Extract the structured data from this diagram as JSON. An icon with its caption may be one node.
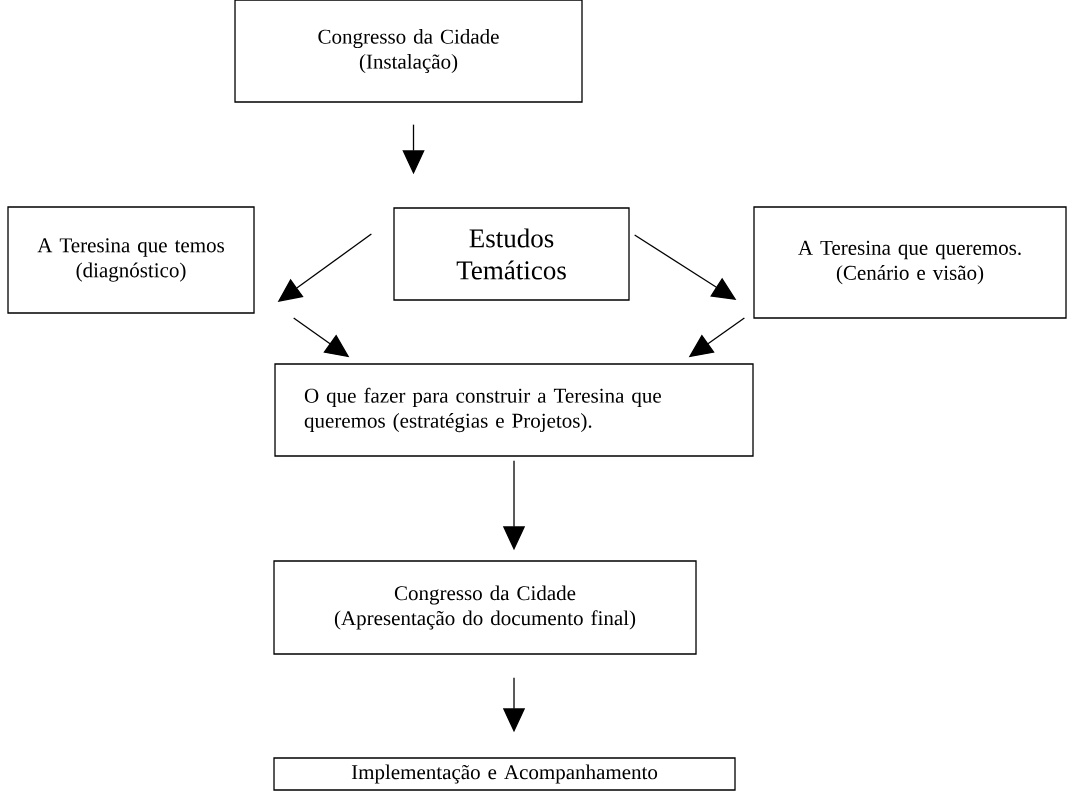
{
  "diagram": {
    "nodes": [
      {
        "text": [
          "Congresso da Cidade",
          "(Instalação)"
        ]
      },
      {
        "text": [
          "A Teresina que temos",
          "(diagnóstico)"
        ]
      },
      {
        "text": [
          "Estudos Temáticos"
        ]
      },
      {
        "text": [
          "A Teresina que queremos.",
          "(Cenário e visão)"
        ]
      },
      {
        "text": [
          "O que fazer para construir a Teresina que queremos (estratégias e Projetos)."
        ]
      },
      {
        "text": [
          "Congresso da Cidade",
          "(Apresentação do documento final)"
        ]
      },
      {
        "text": [
          "Implementação e Acompanhamento"
        ]
      }
    ],
    "edges": [
      {
        "from": 0,
        "to": 2,
        "arrow": "to"
      },
      {
        "from": 2,
        "to": 1,
        "arrow": "to"
      },
      {
        "from": 2,
        "to": 3,
        "arrow": "to"
      },
      {
        "from": 1,
        "to": 4,
        "arrow": "to"
      },
      {
        "from": 3,
        "to": 4,
        "arrow": "to"
      },
      {
        "from": 4,
        "to": 5,
        "arrow": "to"
      },
      {
        "from": 5,
        "to": 6,
        "arrow": "to"
      }
    ]
  }
}
